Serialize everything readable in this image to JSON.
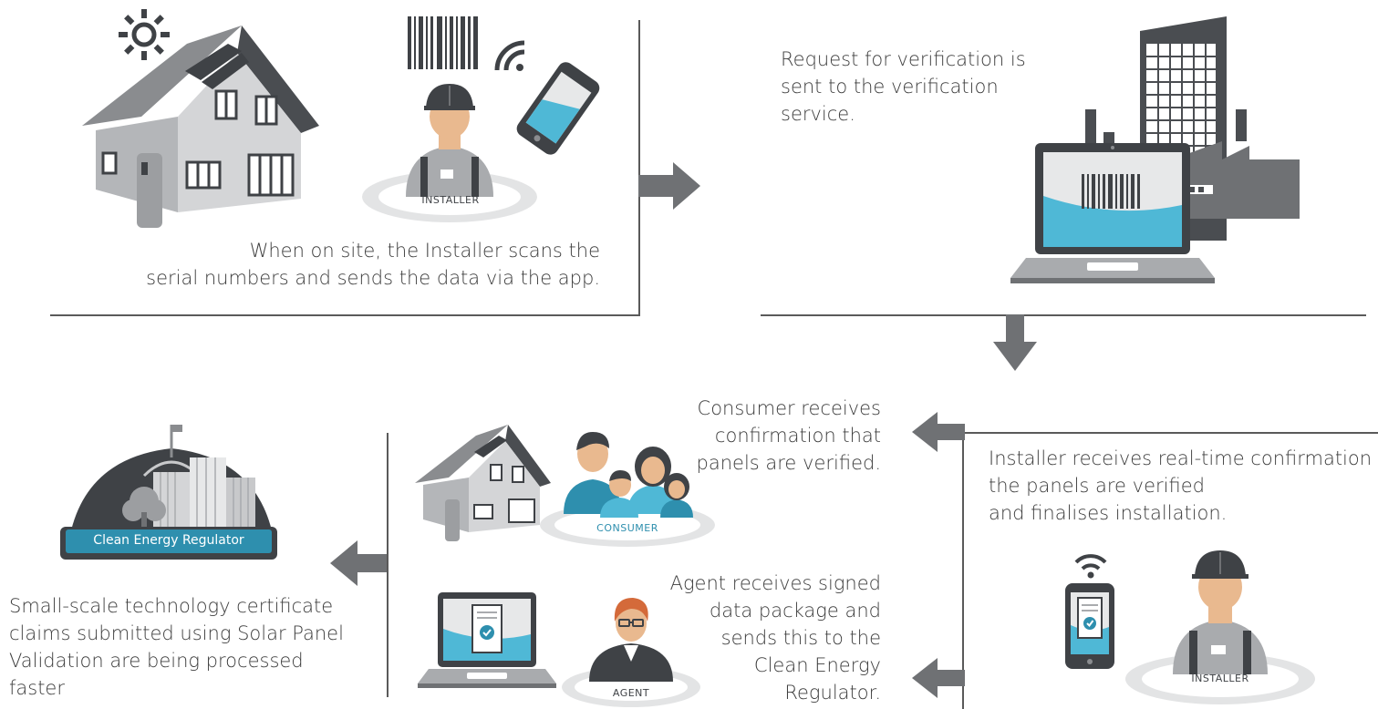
{
  "steps": {
    "scan": {
      "text_line1": "When on site, the Installer scans the",
      "text_line2": "serial numbers and sends the data via the app.",
      "badge": "INSTALLER"
    },
    "request": {
      "text_line1": "Request for verification is",
      "text_line2": "sent to the verification",
      "text_line3": "service."
    },
    "installer_confirm": {
      "text_line1": "Installer receives real-time confirmation",
      "text_line2": "the panels are verified",
      "text_line3": "and finalises installation.",
      "badge": "INSTALLER"
    },
    "consumer": {
      "text_line1": "Consumer receives",
      "text_line2": "confirmation that",
      "text_line3": "panels are verified.",
      "badge": "CONSUMER"
    },
    "agent": {
      "text_line1": "Agent receives signed",
      "text_line2": "data package and",
      "text_line3": "sends this to the",
      "text_line4": "Clean Energy",
      "text_line5": "Regulator.",
      "badge": "AGENT"
    },
    "regulator": {
      "banner": "Clean Energy Regulator",
      "text_line1": "Small-scale technology certificate",
      "text_line2": "claims submitted using Solar Panel",
      "text_line3": "Validation are being processed",
      "text_line4": "faster"
    }
  },
  "colors": {
    "gray_dark": "#3f4246",
    "gray_mid": "#8a8c8f",
    "gray_light": "#c8c9cb",
    "arrow": "#6f7174",
    "cyan": "#4fb8d6",
    "teal_banner": "#2e8fae",
    "skin": "#e9b98f"
  },
  "icons": [
    "house-icon",
    "sun-icon",
    "barcode-icon",
    "wifi-icon",
    "smartphone-icon",
    "installer-icon",
    "laptop-icon",
    "office-building-icon",
    "factory-icon",
    "consumer-family-icon",
    "agent-icon",
    "certificate-icon",
    "regulator-building-icon",
    "arrow-right-icon",
    "arrow-down-icon",
    "arrow-left-icon"
  ]
}
